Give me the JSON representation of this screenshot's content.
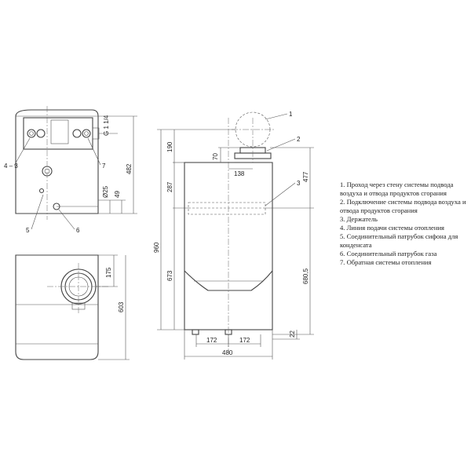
{
  "dimensions": {
    "g_thread": "G 1 1/4",
    "side_height": "482",
    "side_d25": "Ø25",
    "side_49": "49",
    "plan_175": "175",
    "plan_603": "603",
    "front_190": "190",
    "front_70": "70",
    "front_138": "138",
    "front_287": "287",
    "front_960": "960",
    "front_673": "673",
    "front_477": "477",
    "front_680_5": "680,5",
    "front_22": "22",
    "front_172_left": "172",
    "front_172_right": "172",
    "front_480": "480"
  },
  "callouts": {
    "c1": "1",
    "c2": "2",
    "c3_front": "3",
    "c4_3_side": "4 – 3",
    "c5": "5",
    "c6": "6",
    "c7": "7"
  },
  "legend": [
    "1. Проход через стену системы подвода воздуха и отвода продуктов сгорания",
    "2. Подключение системы подвода воздуха и отвода продуктов сгорания",
    "3. Держатель",
    "4. Линия подачи системы отопления",
    "5. Соединительный патрубок сифона для конденсата",
    "6. Соединительный патрубок газа",
    "7. Обратная системы отопления"
  ]
}
